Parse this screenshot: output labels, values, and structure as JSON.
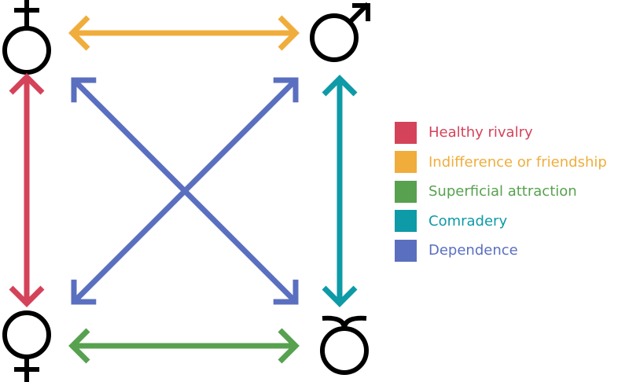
{
  "colors": {
    "rivalry": "#d4435a",
    "friendship": "#f0ad3c",
    "attraction": "#57a14f",
    "comradery": "#0e9aa7",
    "dependence": "#5a6fbf",
    "symbol": "#000000"
  },
  "symbols": [
    "circle-cross-above",
    "male",
    "female",
    "circle-hook-above"
  ],
  "legend": [
    {
      "label": "Healthy rivalry",
      "color": "#d4435a"
    },
    {
      "label": "Indifference or friendship",
      "color": "#f0ad3c"
    },
    {
      "label": "Superficial attraction",
      "color": "#57a14f"
    },
    {
      "label": "Comradery",
      "color": "#0e9aa7"
    },
    {
      "label": "Dependence",
      "color": "#5a6fbf"
    }
  ]
}
